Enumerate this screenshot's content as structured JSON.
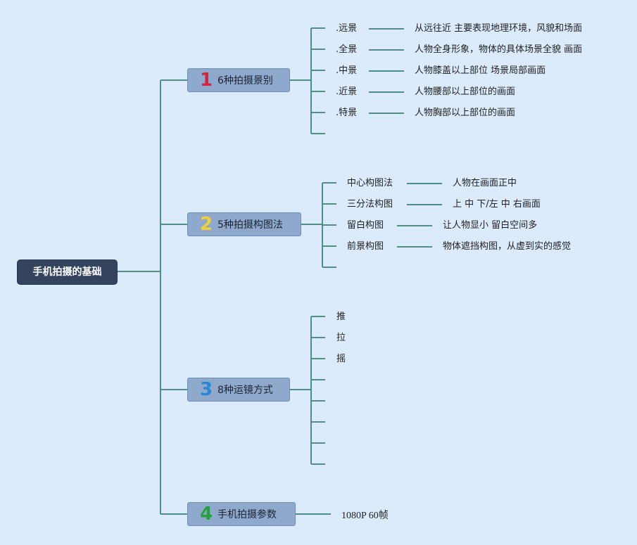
{
  "root": {
    "label": "手机拍摄的基础"
  },
  "branches": [
    {
      "number": "1",
      "number_color": "#d9233a",
      "label": "6种拍摄景别",
      "items": [
        {
          "label": ".远景",
          "desc": "从远往近 主要表现地理环境，风貌和场面"
        },
        {
          "label": ".全景",
          "desc": "人物全身形象，物体的具体场景全貌 画面"
        },
        {
          "label": ".中景",
          "desc": "人物膝盖以上部位 场景局部画面"
        },
        {
          "label": ".近景",
          "desc": "人物腰部以上部位的画面"
        },
        {
          "label": ".特景",
          "desc": "人物胸部以上部位的画面"
        },
        {
          "label": "",
          "desc": ""
        }
      ]
    },
    {
      "number": "2",
      "number_color": "#f0cf3a",
      "label": "5种拍摄构图法",
      "items": [
        {
          "label": "中心构图法",
          "desc": "人物在画面正中"
        },
        {
          "label": "三分法构图",
          "desc": "上 中 下/左 中 右画面"
        },
        {
          "label": "留白构图",
          "desc": "让人物显小 留白空间多"
        },
        {
          "label": "前景构图",
          "desc": "物体遮挡构图，从虚到实的感觉"
        },
        {
          "label": "",
          "desc": ""
        }
      ]
    },
    {
      "number": "3",
      "number_color": "#2b86d6",
      "label": "8种运镜方式",
      "items": [
        {
          "label": "推"
        },
        {
          "label": "拉"
        },
        {
          "label": "摇"
        },
        {
          "label": ""
        },
        {
          "label": ""
        },
        {
          "label": ""
        },
        {
          "label": ""
        },
        {
          "label": ""
        }
      ]
    },
    {
      "number": "4",
      "number_color": "#22a33a",
      "label": "手机拍摄参数",
      "items": [
        {
          "label": "1080P 60帧"
        }
      ]
    }
  ],
  "colors": {
    "line": "#4f8f8a",
    "root_bg": "#34445e",
    "branch_bg": "#8fa9cd",
    "background": "#dcebfb"
  }
}
